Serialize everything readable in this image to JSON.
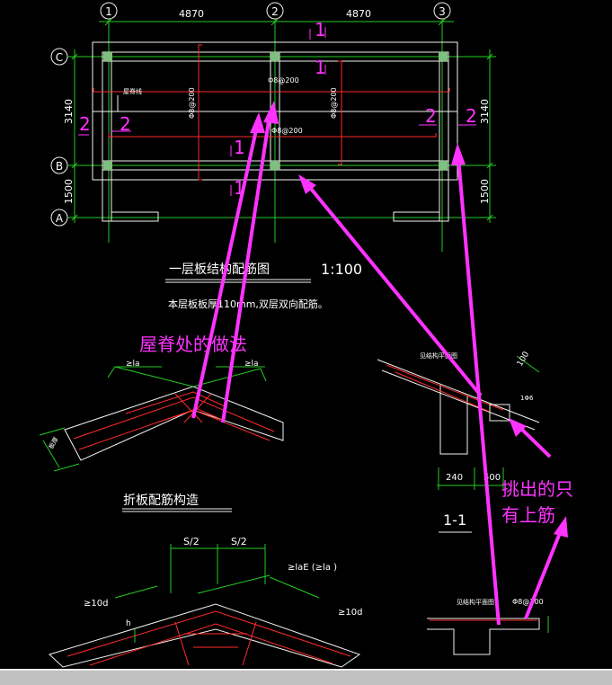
{
  "grid": {
    "axes": [
      "1",
      "2",
      "3",
      "C",
      "B",
      "A"
    ],
    "dims_top": [
      "4870",
      "4870"
    ],
    "dims_side": [
      "3140",
      "1500"
    ]
  },
  "plan": {
    "rebar_labels": [
      "Φ8@200",
      "Φ8@200",
      "Φ8@200",
      "Φ8@200"
    ],
    "section_marks": [
      "1",
      "1",
      "1",
      "1",
      "2",
      "2",
      "2",
      "2"
    ],
    "ridge_note": "屋脊线"
  },
  "titles": {
    "plan_title": "一层板结构配筋图",
    "plan_scale": "1:100",
    "plan_note": "本层板板厚110mm,双层双向配筋。",
    "fold_title": "折板配筋构造",
    "section_title": "1-1"
  },
  "annotations": {
    "ridge": "屋脊处的做法",
    "cantilever_line1": "挑出的只",
    "cantilever_line2": "有上筋"
  },
  "detail_labels": {
    "la1": "≥la",
    "la2": "≥la",
    "s2a": "S/2",
    "s2b": "S/2",
    "lae": "≥laE (≥la )",
    "ten_d_left": "≥10d",
    "ten_d_right": "≥10d",
    "h": "h",
    "slab_t": "板厚",
    "beam_note": "见结构平面图",
    "dim_100": "100",
    "dim_240": "240",
    "dim_500": "500",
    "rebar_1": "1Φ6",
    "beam_note2": "见结构平面图",
    "rebar_2": "Φ8@100"
  },
  "colors": {
    "annotation": "#ff33ff",
    "grid": "#22cc22",
    "rebar": "#ff2a2a",
    "outline": "#f2f2f2"
  }
}
